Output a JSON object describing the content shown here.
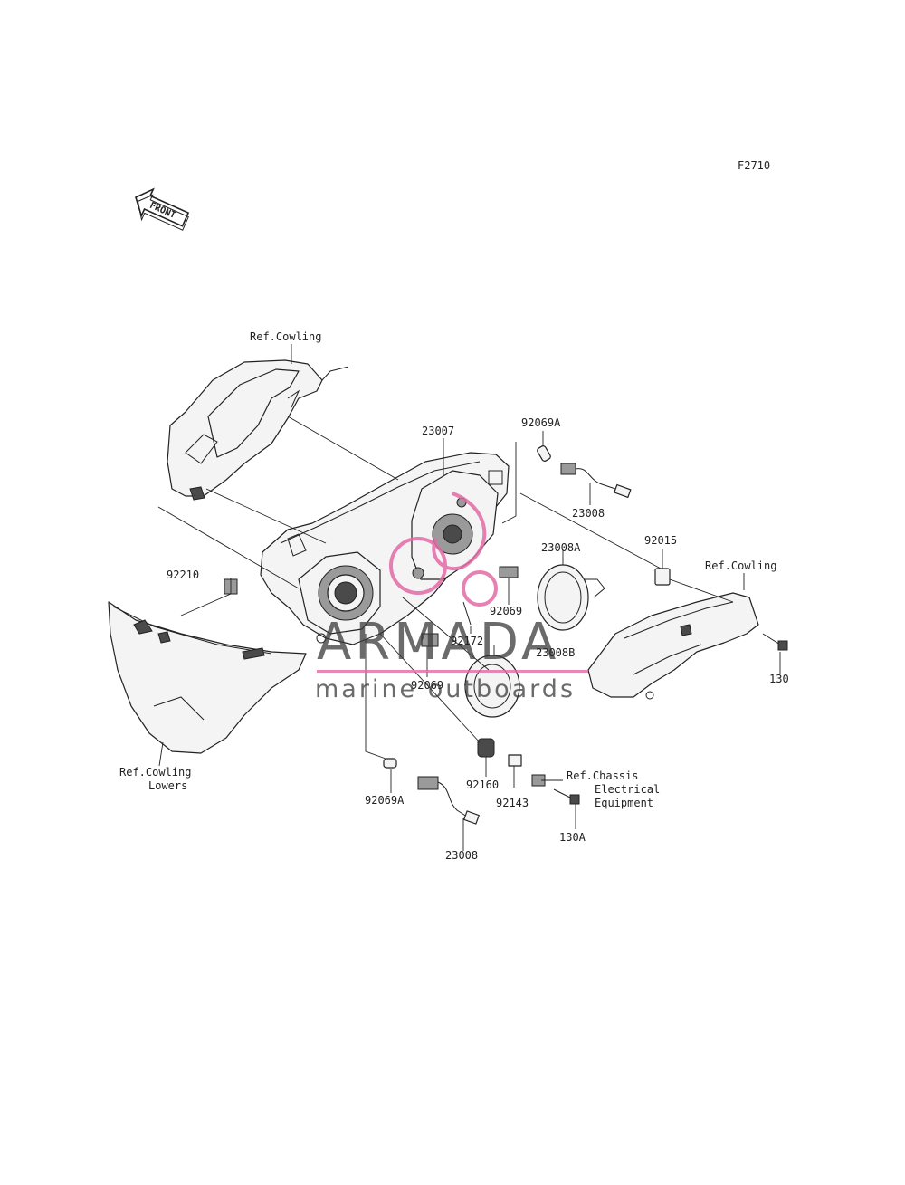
{
  "figure_code": "F2710",
  "front_arrow_text": "FRONT",
  "watermark": {
    "brand": "ARMADA",
    "tagline": "marine outboards",
    "color": "#e36aa6"
  },
  "labels": {
    "ref_cowling_top": "Ref.Cowling",
    "p23007": "23007",
    "p92069A_top": "92069A",
    "p23008_top": "23008",
    "p92015": "92015",
    "ref_cowling_right": "Ref.Cowling",
    "p23008A": "23008A",
    "p92210": "92210",
    "p92069_right": "92069",
    "p92172": "92172",
    "p23008B": "23008B",
    "p92069_left": "92069",
    "p130": "130",
    "ref_cowling_lowers_1": "Ref.Cowling",
    "ref_cowling_lowers_2": "Lowers",
    "p92069A_bottom": "92069A",
    "p92160": "92160",
    "p92143": "92143",
    "ref_chassis_1": "Ref.Chassis",
    "ref_chassis_2": "Electrical",
    "ref_chassis_3": "Equipment",
    "p130A": "130A",
    "p23008_bottom": "23008"
  }
}
